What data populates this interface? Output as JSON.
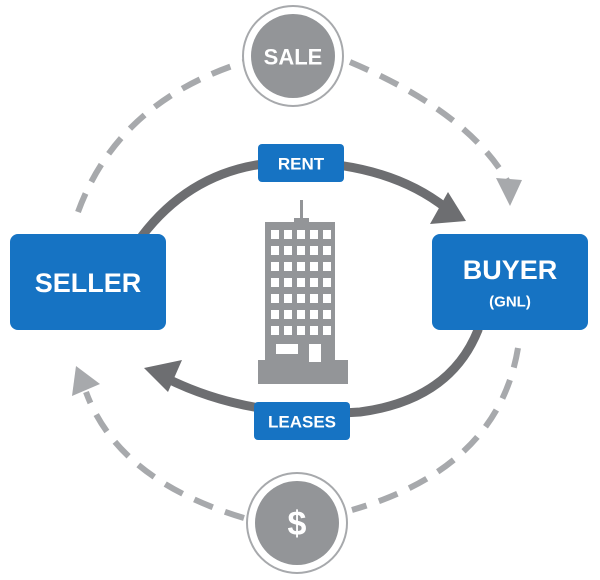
{
  "nodes": {
    "seller": {
      "label": "SELLER"
    },
    "buyer": {
      "label": "BUYER",
      "sublabel": "(GNL)"
    },
    "sale": {
      "label": "SALE"
    },
    "payment": {
      "label": "$"
    }
  },
  "flows": {
    "rent": {
      "label": "RENT"
    },
    "leases": {
      "label": "LEASES"
    }
  },
  "icons": {
    "building": "office-building-icon"
  },
  "colors": {
    "brand_blue": "#1673c3",
    "solid_arrow": "#6d6e71",
    "dashed_arrow": "#a7a9ac",
    "circle_fill": "#939598",
    "building": "#939598"
  }
}
